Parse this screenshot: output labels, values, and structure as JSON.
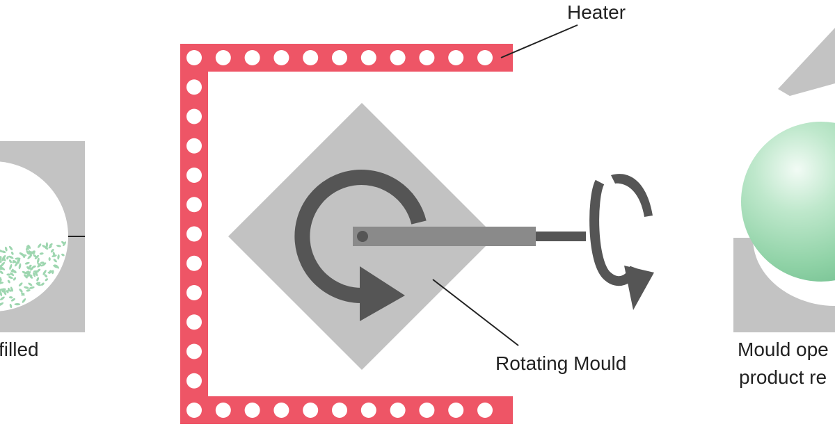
{
  "labels": {
    "left_caption": "filled",
    "heater": "Heater",
    "rotating_mould": "Rotating Mould",
    "right_caption_line1": "Mould ope",
    "right_caption_line2": "product re"
  },
  "colors": {
    "heater": "#ee5566",
    "mould": "#c0c0c0",
    "arrow": "#555555",
    "arm": "#8a8a8a",
    "powder": "#9ed6b0",
    "product": "#9ad8ae",
    "text": "#222222"
  },
  "icons": {
    "rotation": "circular-arrow-icon",
    "axis_rotation": "axis-rotation-arrow-icon"
  }
}
